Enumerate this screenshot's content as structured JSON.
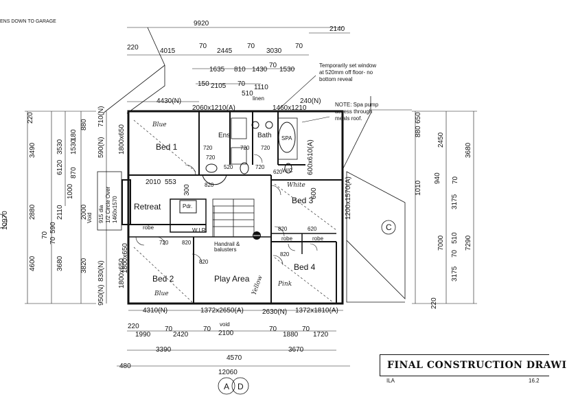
{
  "header_note": "ENS DOWN TO GARAGE",
  "title_block": {
    "title": "FINAL CONSTRUCTION DRAWI",
    "ref": "ILA",
    "date": "16.2"
  },
  "notes": {
    "window_1": "Temporarily set window",
    "window_2": "at 520mm off floor- no",
    "window_3": "bottom reveal",
    "spa_1": "NOTE: Spa pump",
    "spa_2": "access through",
    "spa_3": "meals roof.",
    "void_1": "915 dia",
    "void_2": "1/2 Circle Over",
    "void_3": "1460x1570",
    "handrail_1": "Handrail &",
    "handrail_2": "balusters",
    "linen": "linen",
    "void_label": "void",
    "void_side": "Void"
  },
  "rooms": {
    "bed1": "Bed 1",
    "bed2": "Bed 2",
    "bed3": "Bed 3",
    "bed4": "Bed 4",
    "retreat": "Retreat",
    "play": "Play Area",
    "ens": "Ens",
    "bath": "Bath",
    "spa": "SPA",
    "wc": "W/C",
    "wir": "W.I.R.",
    "robe": "robe",
    "pdr": "Pdr."
  },
  "handwritten": {
    "blue1": "Blue",
    "blue2": "Blue",
    "white": "White",
    "pink": "Pink",
    "yellow": "Yellow"
  },
  "grid_marks": {
    "c": "C",
    "a": "A",
    "d": "D"
  },
  "dims_top": {
    "d9920": "9920",
    "d2140": "2140",
    "d220": "220",
    "d4015": "4015",
    "d70a": "70",
    "d2445": "2445",
    "d70b": "70",
    "d3030": "3030",
    "d70c": "70",
    "d1635": "1635",
    "d810": "810",
    "d1430": "1430",
    "d70d": "70",
    "d1530": "1530",
    "d150": "150",
    "d2105": "2105",
    "d70e": "70",
    "d1110": "1110",
    "d510": "510",
    "d4430": "4430(N)",
    "d2060": "2060x1210(A)",
    "d1460": "1460x1210",
    "d240": "240(N)"
  },
  "dims_bottom": {
    "d4310": "4310(N)",
    "d1372a": "1372x2650(A)",
    "d2630": "2630(N)",
    "d1372b": "1372x1810(A)",
    "d220": "220",
    "d1990": "1990",
    "d70a": "70",
    "d2420": "2420",
    "d70b": "70",
    "d2100": "2100",
    "d70c": "70",
    "d1880": "1880",
    "d70d": "70",
    "d1720": "1720",
    "d3390": "3390",
    "d4570": "4570",
    "d3670": "3670",
    "d480": "480",
    "d12060": "12060"
  },
  "dims_left": {
    "d220": "220",
    "d3490": "3490",
    "d6120": "6120",
    "d3530": "3530",
    "d180": "180",
    "d880": "880",
    "d1530": "1530",
    "d870": "870",
    "d10970": "10970",
    "d2880": "2880",
    "d2110": "2110",
    "d2000": "2000",
    "d70": "70",
    "d4600": "4600",
    "d3680": "3680",
    "d3820": "3820",
    "d830": "830(N)",
    "d950": "950(N)",
    "d710": "710(N)",
    "d590": "590(N)",
    "d1800a": "1800x650",
    "d1800b": "1800x650",
    "d1800c": "1800x650",
    "d2010": "2010",
    "d553": "553",
    "d300": "300",
    "d1000": "1000",
    "d590b": "590",
    "d70b": "70"
  },
  "dims_right": {
    "d2450": "2450",
    "d3680": "3680",
    "d1010": "1010",
    "d880": "880",
    "d650": "650",
    "d940": "940",
    "d70a": "70",
    "d3175a": "3175",
    "d7000": "7000",
    "d7290": "7290",
    "d510": "510",
    "d70b": "70",
    "d3175b": "3175",
    "d220": "220",
    "d1200": "1200x1570(A)",
    "d600": "600x610(A)",
    "d600b": "600"
  },
  "door_sizes": {
    "d720a": "720",
    "d720b": "720",
    "d720c": "720",
    "d720d": "720",
    "d720e": "720",
    "d620": "620",
    "d820a": "820",
    "d820b": "820",
    "d820c": "820",
    "d820d": "820",
    "d720f": "720",
    "d620b": "620",
    "d520": "520",
    "d820e": "820"
  }
}
